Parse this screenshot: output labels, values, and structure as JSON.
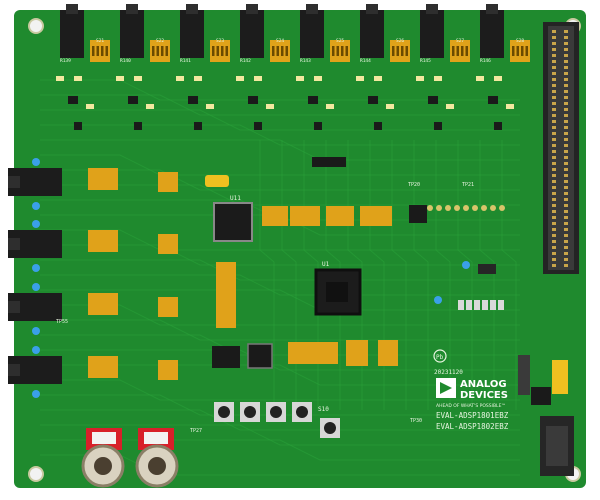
{
  "colors": {
    "pcb": "#1f8a2e",
    "pcb_dark": "#17701f",
    "trace": "#2aa33a",
    "silkscreen": "#eaf6e2",
    "chip": "#1a1a1a",
    "dip_switch": "#e0a21a",
    "led": "#3aa0e8",
    "rca": "#d8202a",
    "header": "#2b2b2b"
  },
  "board": {
    "logo_line1": "ANALOG",
    "logo_line2": "DEVICES",
    "tagline": "AHEAD OF WHAT'S POSSIBLE™",
    "model_1": "EVAL-ADSP1801EBZ",
    "model_2": "EVAL-ADSP1802EBZ",
    "date_code": "20231120",
    "labels": {
      "u1": "U1",
      "u11": "U11",
      "s10": "S10",
      "tp20": "TP20",
      "tp21": "TP21",
      "tp27": "TP27",
      "tp30": "TP30",
      "tp55": "TP55",
      "r139": "R139",
      "r140": "R140",
      "r141": "R141",
      "r142": "R142",
      "r143": "R143",
      "r144": "R144",
      "r145": "R145",
      "r146": "R146",
      "s21": "S21",
      "s22": "S22",
      "s23": "S23",
      "s24": "S24",
      "s25": "S25",
      "s26": "S26",
      "s27": "S27",
      "s28": "S28"
    }
  },
  "icons": {
    "logo": "analog-devices-triangle-icon",
    "pb_free": "pb-free-icon"
  }
}
